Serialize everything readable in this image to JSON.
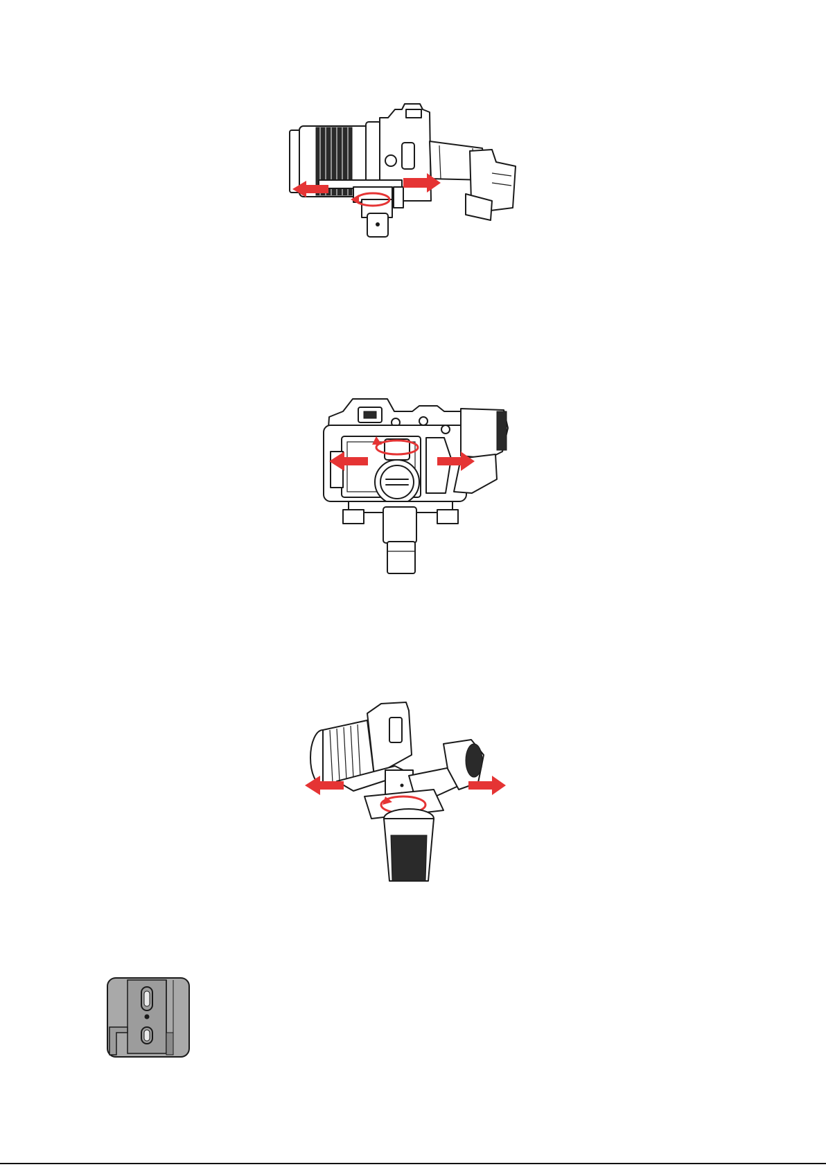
{
  "colors": {
    "arrow": "#e53434",
    "line": "#1a1a1a",
    "thumb_bg": "#a9a9a9"
  },
  "figures": [
    {
      "id": "fig1",
      "icon": "gimbal-side-view-balance-icon"
    },
    {
      "id": "fig2",
      "icon": "gimbal-rear-view-balance-icon"
    },
    {
      "id": "fig3",
      "icon": "gimbal-angled-view-balance-icon"
    },
    {
      "id": "fig4",
      "icon": "mounting-plate-detail-icon"
    }
  ]
}
